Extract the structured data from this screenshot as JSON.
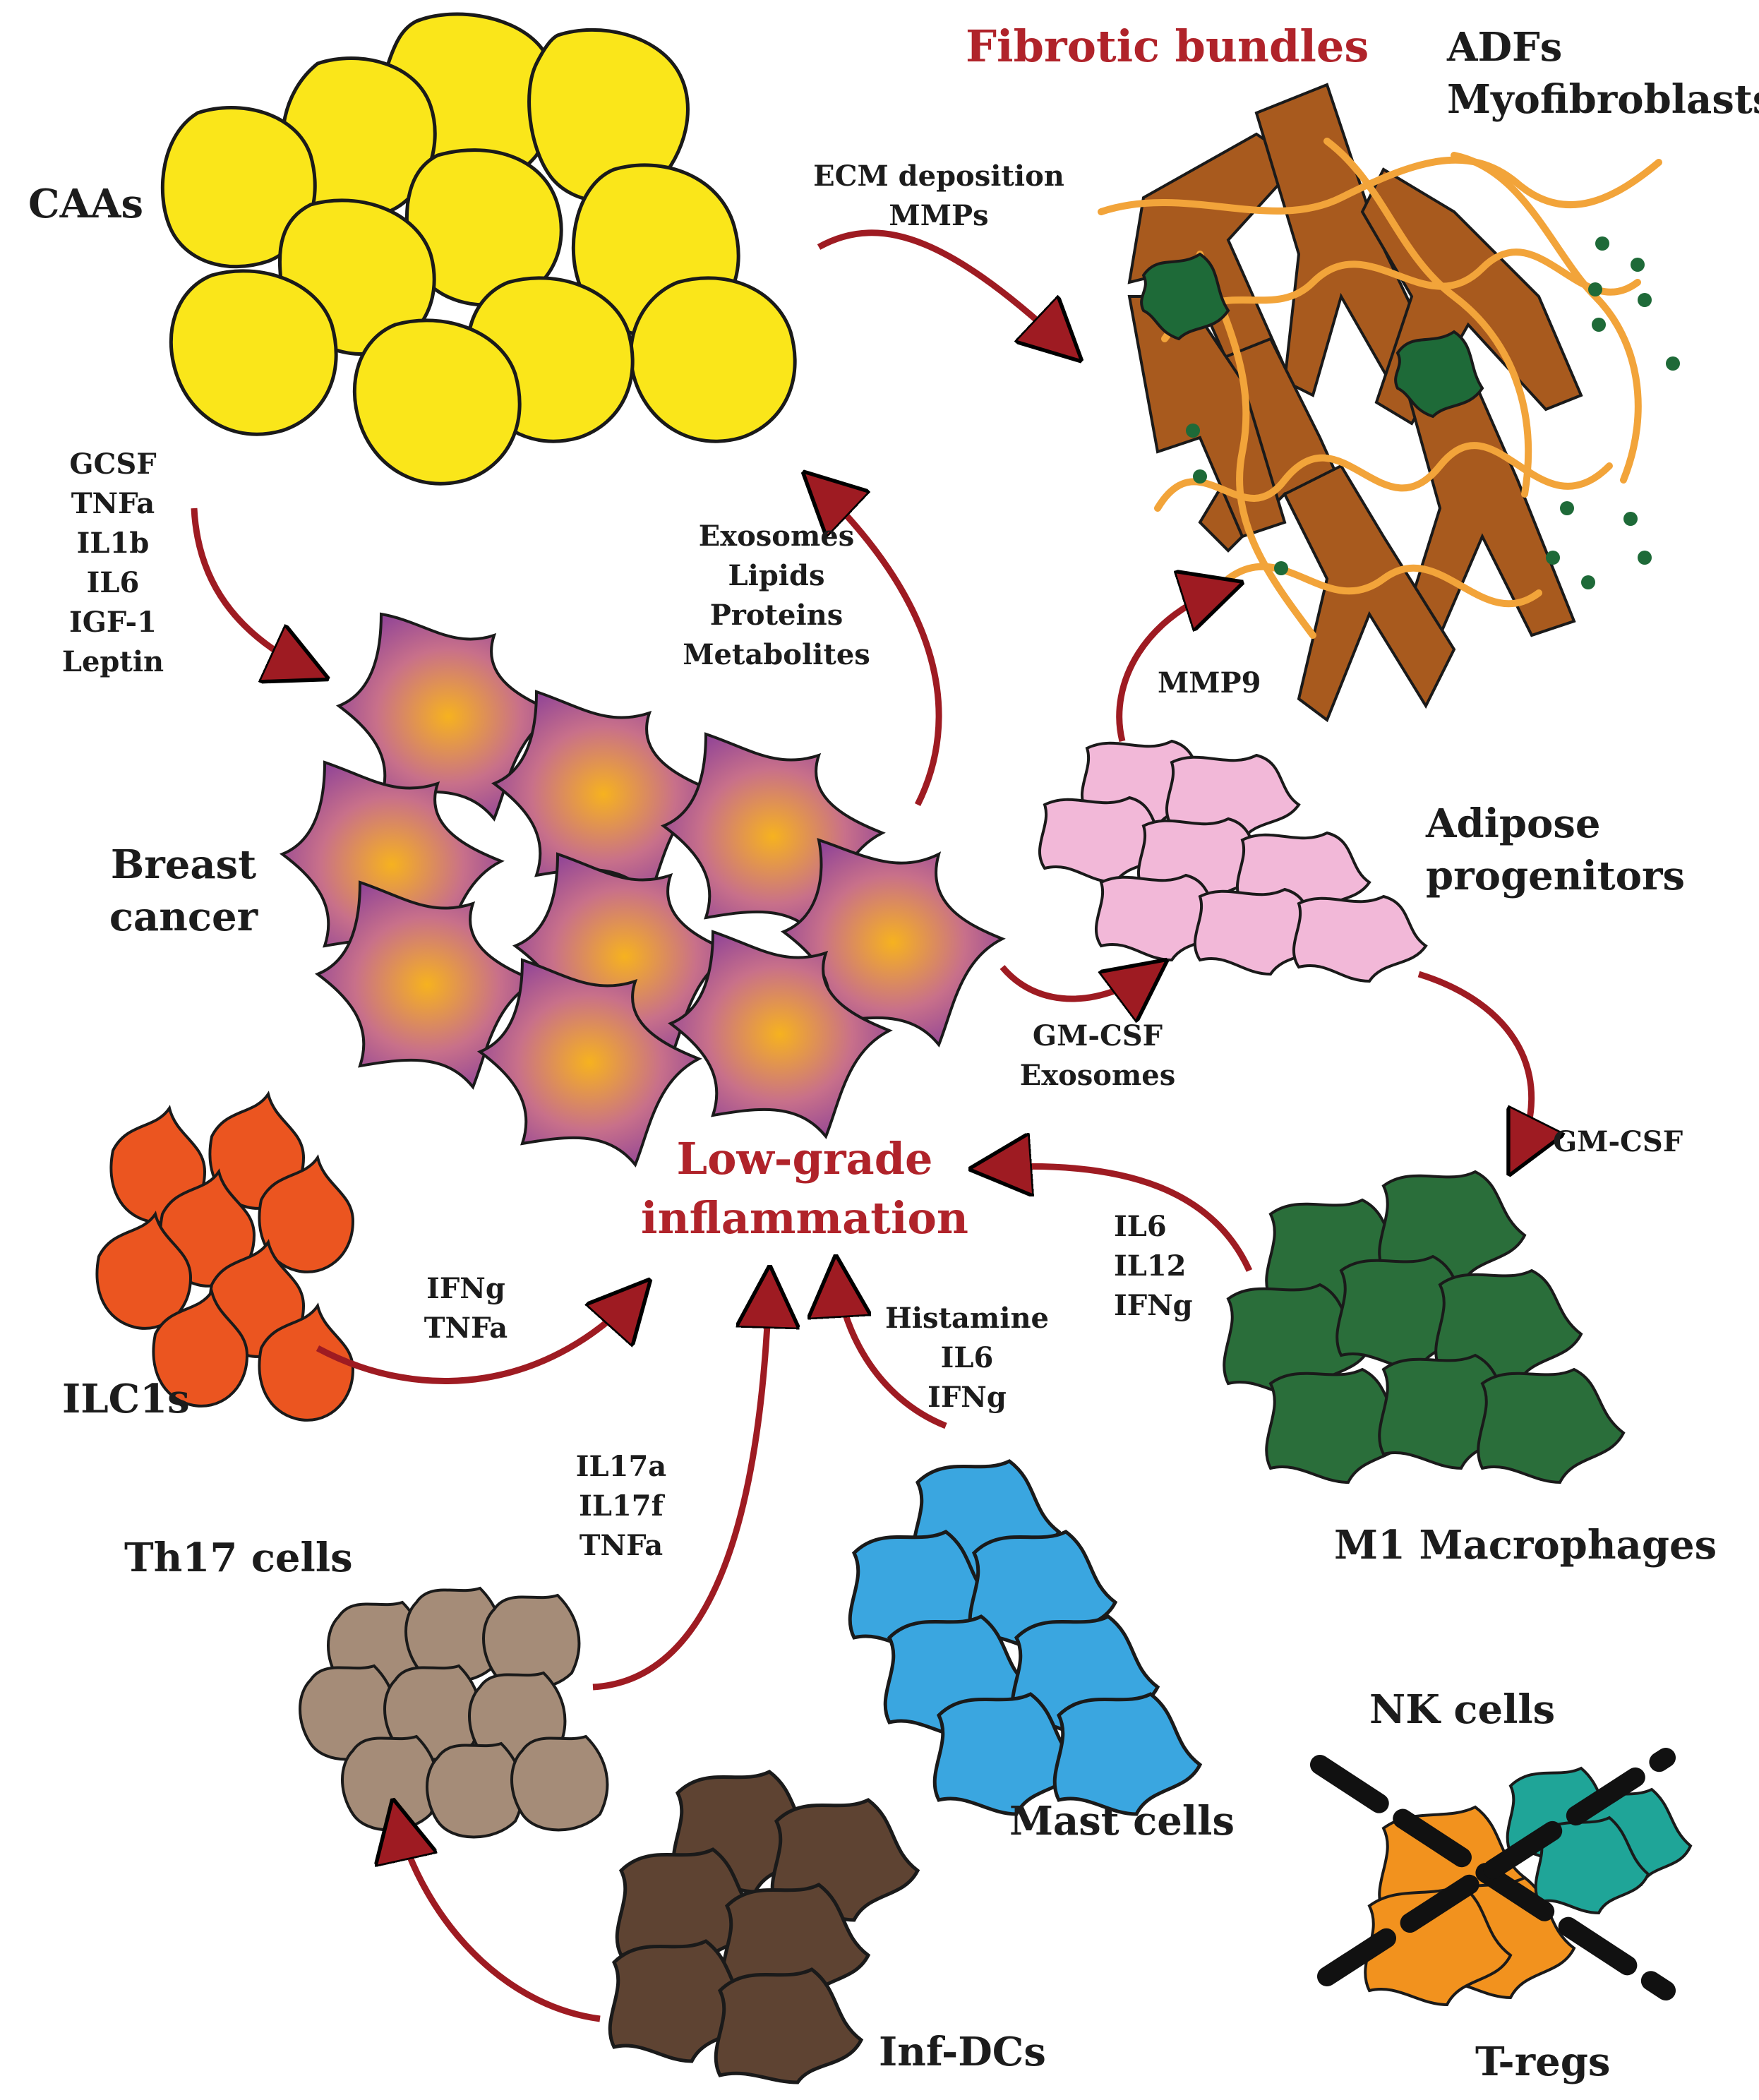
{
  "colors": {
    "arrow": "#9e1b22",
    "highlight": "#b0232a",
    "caa": "#fae61a",
    "fibroblast": "#a85a1e",
    "fiber": "#f2a43a",
    "adipose_progenitor": "#f2b8d8",
    "m1_macrophage": "#2a6e3a",
    "ilc1": "#eb5520",
    "th17": "#a58c78",
    "mast": "#3aa6e0",
    "inf_dc": "#5e4332",
    "nk": "#1fa598",
    "treg": "#f2921e"
  },
  "labels": {
    "caas": "CAAs",
    "fibrotic_bundles": "Fibrotic bundles",
    "adfs": "ADFs",
    "myofibroblasts": "Myofibroblasts",
    "breast_cancer": [
      "Breast",
      "cancer"
    ],
    "adipose_progenitors": [
      "Adipose",
      "progenitors"
    ],
    "low_grade_inflammation": [
      "Low-grade",
      "inflammation"
    ],
    "ilc1s": "ILC1s",
    "th17_cells": "Th17 cells",
    "m1_macrophages": "M1 Macrophages",
    "mast_cells": "Mast cells",
    "nk_cells": "NK cells",
    "t_regs": "T-regs",
    "inf_dcs": "Inf-DCs"
  },
  "mediators": {
    "ecm": [
      "ECM deposition",
      "MMPs"
    ],
    "caa_to_cancer": [
      "GCSF",
      "TNFa",
      "IL1b",
      "IL6",
      "IGF-1",
      "Leptin"
    ],
    "cancer_to_caa": [
      "Exosomes",
      "Lipids",
      "Proteins",
      "Metabolites"
    ],
    "mmp9": "MMP9",
    "cancer_to_adipose": [
      "GM-CSF",
      "Exosomes"
    ],
    "adipose_to_m1": "GM-CSF",
    "m1_to_inflammation": [
      "IL6",
      "IL12",
      "IFNg"
    ],
    "ilc1_to_inflammation": [
      "IFNg",
      "TNFa"
    ],
    "mast_to_inflammation": [
      "Histamine",
      "IL6",
      "IFNg"
    ],
    "th17_to_inflammation": [
      "IL17a",
      "IL17f",
      "TNFa"
    ]
  }
}
